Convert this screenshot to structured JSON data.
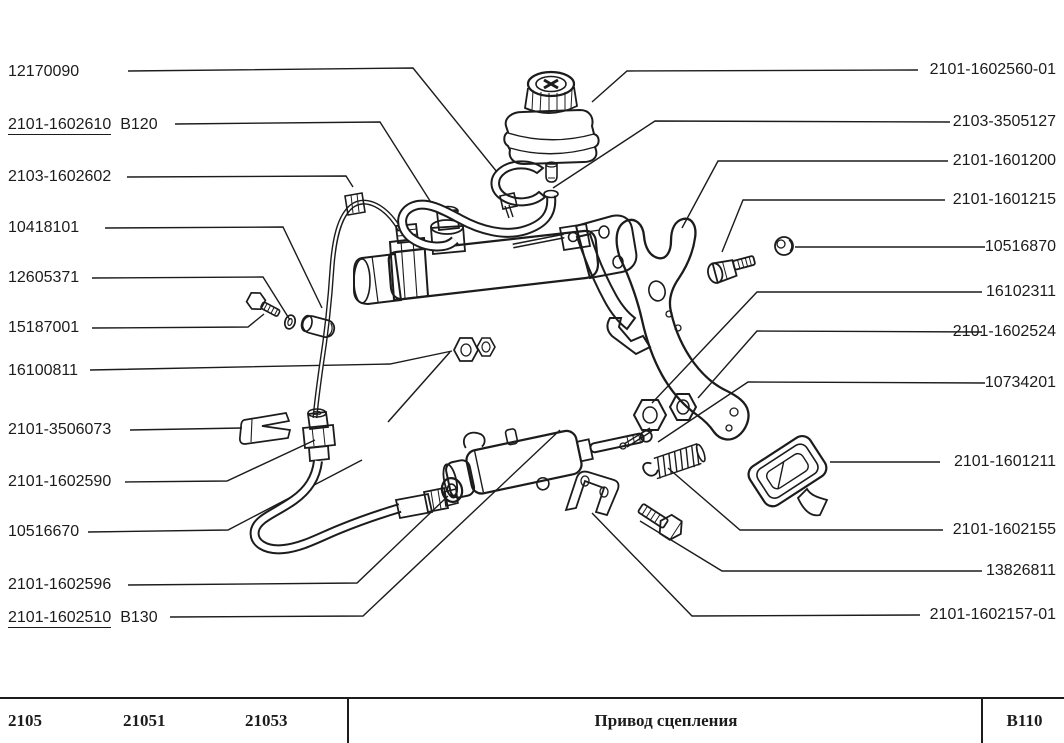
{
  "page": {
    "background": "#ffffff",
    "ink_color": "#1c1c1c"
  },
  "labels": {
    "left": [
      {
        "number": "12170090",
        "suffix": "",
        "underlined": false
      },
      {
        "number": "2101-1602610",
        "suffix": "В120",
        "underlined": true
      },
      {
        "number": "2103-1602602",
        "suffix": "",
        "underlined": false
      },
      {
        "number": "10418101",
        "suffix": "",
        "underlined": false
      },
      {
        "number": "12605371",
        "suffix": "",
        "underlined": false
      },
      {
        "number": "15187001",
        "suffix": "",
        "underlined": false
      },
      {
        "number": "16100811",
        "suffix": "",
        "underlined": false
      },
      {
        "number": "2101-3506073",
        "suffix": "",
        "underlined": false
      },
      {
        "number": "2101-1602590",
        "suffix": "",
        "underlined": false
      },
      {
        "number": "10516670",
        "suffix": "",
        "underlined": false
      },
      {
        "number": "2101-1602596",
        "suffix": "",
        "underlined": false
      },
      {
        "number": "2101-1602510",
        "suffix": "В130",
        "underlined": true
      }
    ],
    "right": [
      {
        "number": "2101-1602560-01"
      },
      {
        "number": "2103-3505127"
      },
      {
        "number": "2101-1601200"
      },
      {
        "number": "2101-1601215"
      },
      {
        "number": "10516870"
      },
      {
        "number": "16102311"
      },
      {
        "number": "2101-1602524"
      },
      {
        "number": "10734201"
      },
      {
        "number": "2101-1601211"
      },
      {
        "number": "2101-1602155"
      },
      {
        "number": "13826811"
      },
      {
        "number": "2101-1602157-01"
      }
    ]
  },
  "footer": {
    "models": [
      "2105",
      "21051",
      "21053"
    ],
    "title": "Привод сцепления",
    "sheet_code": "В110"
  }
}
